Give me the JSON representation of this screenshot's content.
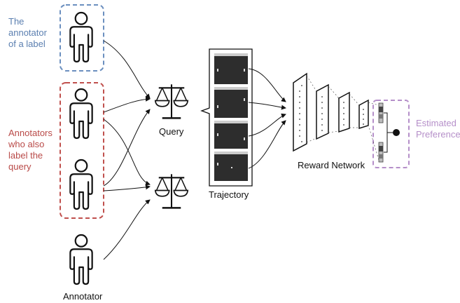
{
  "labels": {
    "annotator_of_label": [
      "The",
      "annotator",
      "of a label"
    ],
    "annotators_query": [
      "Annotators",
      "who also",
      "label the",
      "query"
    ],
    "estimated_preference": [
      "Estimated",
      "Preference"
    ],
    "query": "Query",
    "trajectory": "Trajectory",
    "reward_network": "Reward Network",
    "annotator": "Annotator"
  },
  "colors": {
    "blue_box": "#6b8fbf",
    "red_box": "#c0504d",
    "purple_box": "#b58fc9",
    "line": "#111111"
  }
}
